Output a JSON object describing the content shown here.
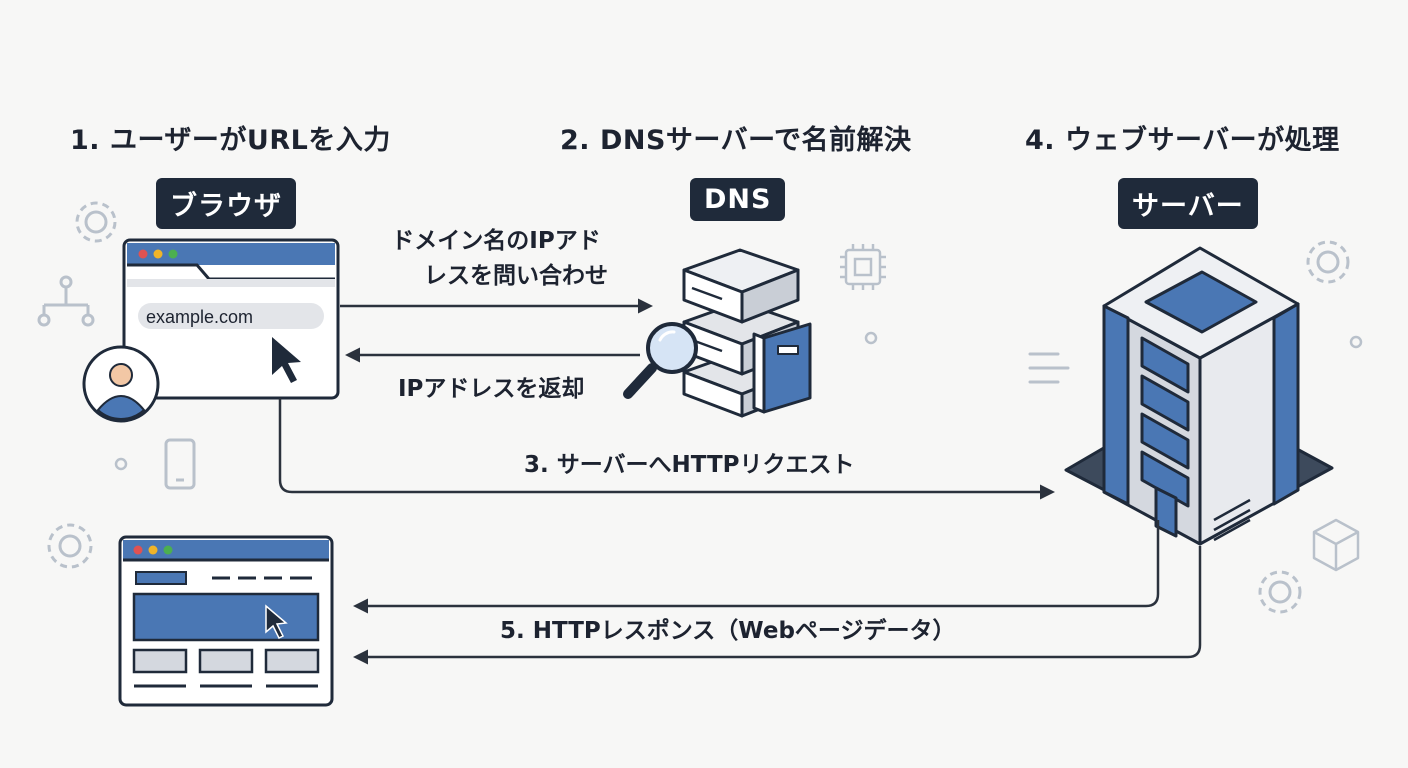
{
  "steps": {
    "step1_title": "1. ユーザーがURLを入力",
    "step2_title": "2. DNSサーバーで名前解決",
    "step4_title": "4. ウェブサーバーが処理"
  },
  "badges": {
    "browser": "ブラウザ",
    "dns": "DNS",
    "server": "サーバー"
  },
  "browser": {
    "address_bar": "example.com"
  },
  "flows": {
    "dns_query_line1": "ドメイン名のIPアド",
    "dns_query_line2": "レスを問い合わせ",
    "dns_reply": "IPアドレスを返却",
    "http_request": "3. サーバーへHTTPリクエスト",
    "http_response": "5. HTTPレスポンス（Webページデータ）"
  },
  "colors": {
    "accent_blue": "#4a77b4",
    "outline": "#1f2a3a",
    "light_gray": "#e3e5e9",
    "decor_gray": "#b9c1cb"
  }
}
